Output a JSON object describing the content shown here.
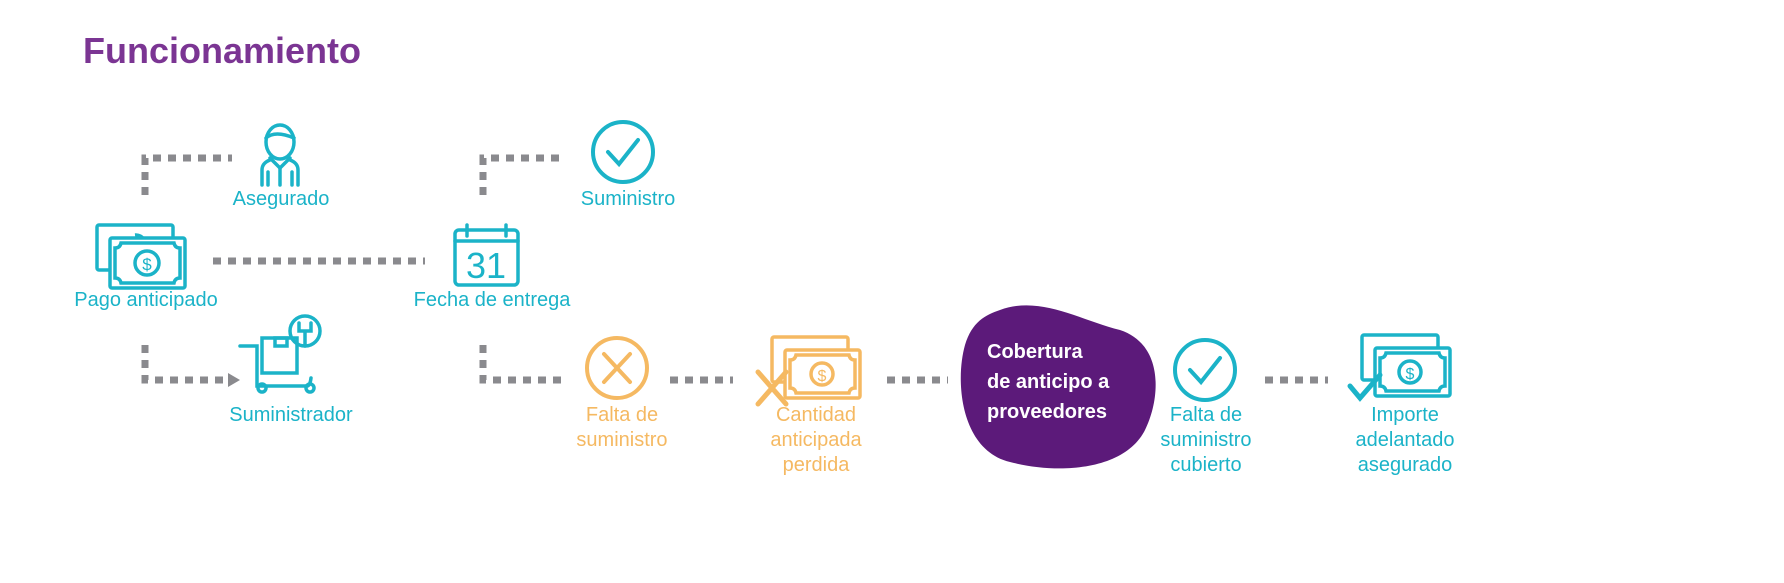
{
  "title": "Funcionamiento",
  "colors": {
    "teal": "#1bb3c8",
    "orange": "#f5b962",
    "purple": "#7b3593",
    "blob": "#5c1a7a",
    "connector": "#8a8a8e"
  },
  "nodes": {
    "asegurado": {
      "label": "Asegurado",
      "icon": "person-icon"
    },
    "pago": {
      "label": "Pago anticipado",
      "icon": "money-icon"
    },
    "fecha": {
      "label": "Fecha de entrega",
      "icon": "calendar-icon",
      "day": "31"
    },
    "suministro": {
      "label": "Suministro",
      "icon": "check-circle-icon"
    },
    "suministrador": {
      "label": "Suministrador",
      "icon": "cart-icon"
    },
    "falta": {
      "lines": [
        "Falta de",
        "suministro"
      ],
      "icon": "x-circle-icon"
    },
    "cantidad": {
      "lines": [
        "Cantidad",
        "anticipada",
        "perdida"
      ],
      "icon": "money-x-icon"
    },
    "cobertura": {
      "lines": [
        "Cobertura",
        "de anticipo a",
        "proveedores"
      ]
    },
    "cubierto": {
      "lines": [
        "Falta de",
        "suministro",
        "cubierto"
      ],
      "icon": "check-circle-icon"
    },
    "importe": {
      "lines": [
        "Importe",
        "adelantado",
        "asegurado"
      ],
      "icon": "money-check-icon"
    }
  }
}
